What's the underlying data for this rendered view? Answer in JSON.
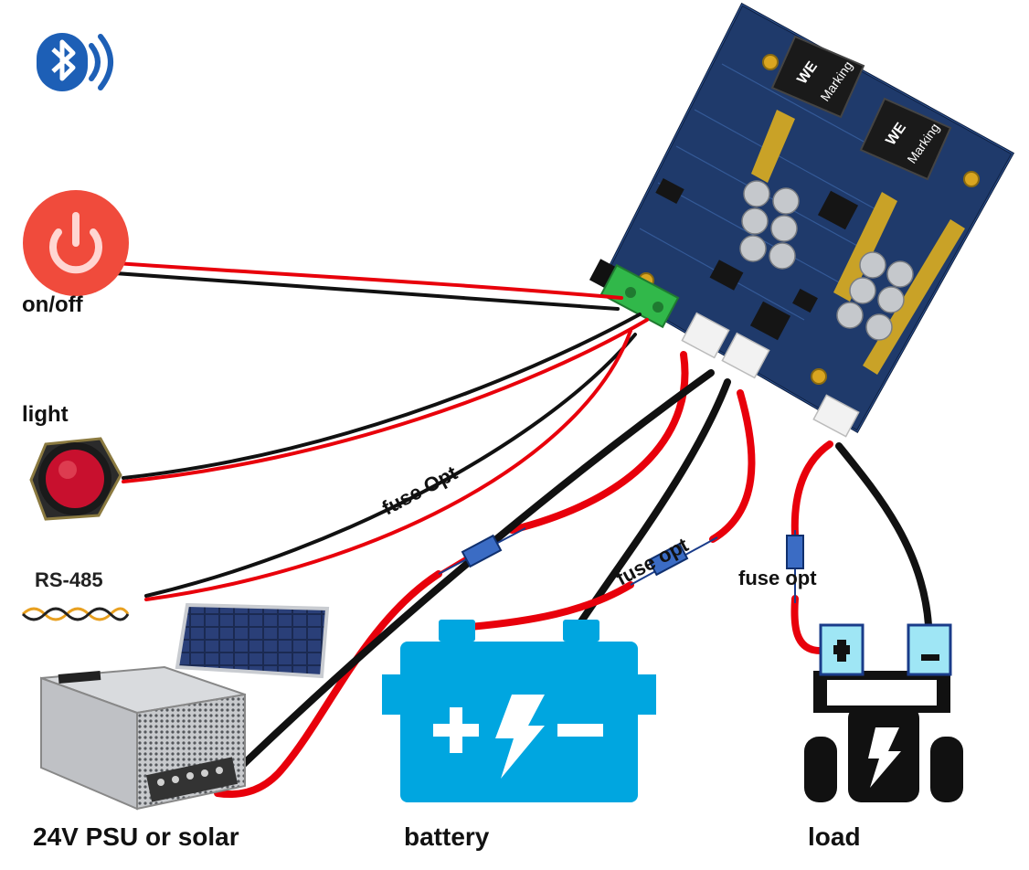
{
  "labels": {
    "on_off": "on/off",
    "light": "light",
    "rs485": "RS-485",
    "psu": "24V PSU or solar",
    "battery": "battery",
    "load": "load",
    "fuse_opt_1": "fuse Opt",
    "fuse_opt_2": "fuse opt",
    "fuse_opt_3": "fuse opt"
  },
  "pcb": {
    "inductor_marking": "Marking",
    "inductor_logo": "WE"
  },
  "icons": {
    "bluetooth": "bluetooth-signal-icon",
    "power": "power-button-icon",
    "light": "red-pushbutton-icon",
    "rs485": "twisted-pair-icon",
    "solar": "solar-panel-icon",
    "psu": "power-supply-icon",
    "battery": "battery-icon",
    "load": "load-vehicle-icon"
  },
  "colors": {
    "wire_red": "#e8000b",
    "wire_black": "#111111",
    "pcb": "#1f3a6b",
    "battery": "#00a6e0",
    "bluetooth": "#1d5fb6",
    "power": "#f04b3c"
  }
}
